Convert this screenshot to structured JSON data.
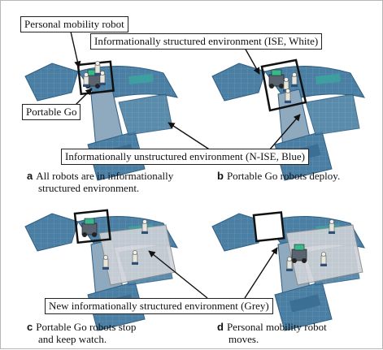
{
  "callouts": {
    "personal_mobility_robot": "Personal mobility robot",
    "ise": "Informationally structured environment (ISE, White)",
    "portable_go": "Portable Go",
    "n_ise": "Informationally unstructured environment (N-ISE, Blue)",
    "new_ise": "New informationally structured environment (Grey)"
  },
  "captions": {
    "a": {
      "letter": "a",
      "line1": "All robots are in informationally",
      "line2": "structured environment."
    },
    "b": {
      "letter": "b",
      "line1": "Portable Go robots deploy."
    },
    "c": {
      "letter": "c",
      "line1": "Portable Go robots stop",
      "line2": "and keep watch."
    },
    "d": {
      "letter": "d",
      "line1": "Personal mobility robot",
      "line2": "moves."
    }
  },
  "colors": {
    "floor_blue": "#4a7fa3",
    "floor_blue_dark": "#2f5f82",
    "floor_grey": "#c9ccd2",
    "ise_white": "#f4f4f4",
    "robot_green": "#37b98c",
    "callout_border": "#222222"
  }
}
